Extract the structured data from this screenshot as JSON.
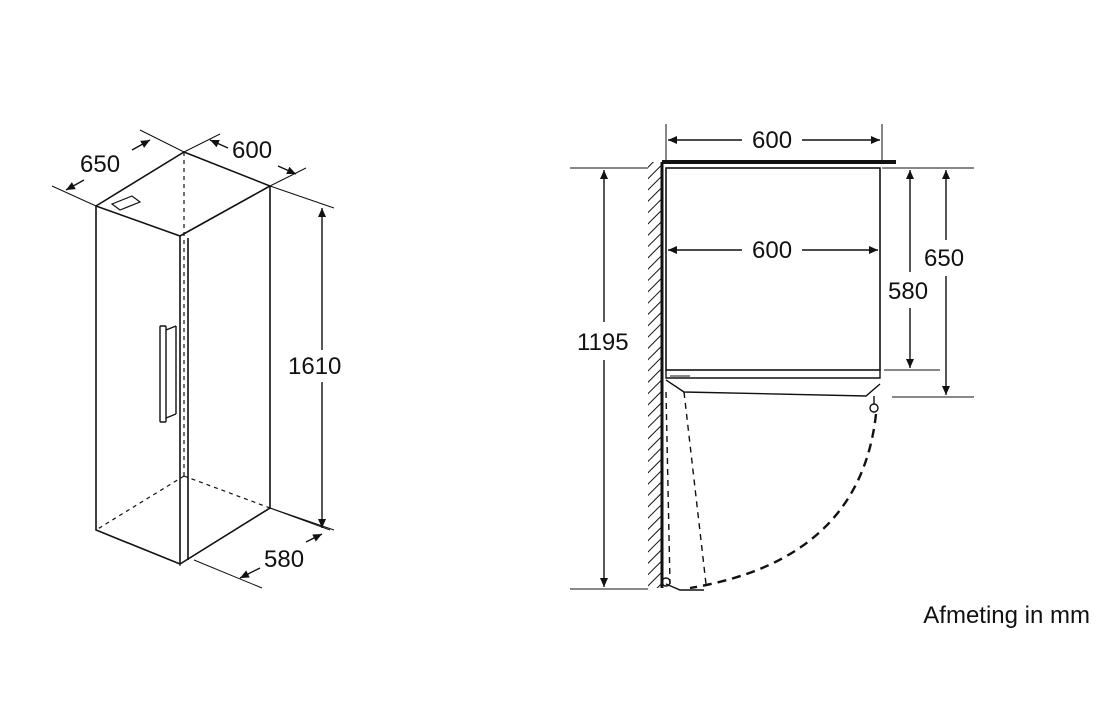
{
  "isometric_view": {
    "depth_label": "650",
    "width_label": "600",
    "height_label": "1610",
    "door_depth_label": "580"
  },
  "top_view": {
    "overall_width_label": "600",
    "inner_width_label": "600",
    "body_depth_label": "580",
    "overall_depth_label": "650",
    "door_swing_label": "1195"
  },
  "caption": "Afmeting in mm"
}
